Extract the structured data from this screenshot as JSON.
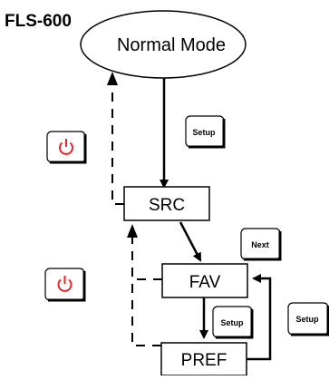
{
  "device_title": "FLS-600",
  "nodes": {
    "normal_mode": "Normal Mode",
    "src": "SRC",
    "fav": "FAV",
    "pref": "PREF"
  },
  "buttons": {
    "setup_main": "Setup",
    "next": "Next",
    "setup_fav_pref": "Setup",
    "setup_loop": "Setup"
  },
  "icons": {
    "power_upper": "power-icon",
    "power_lower": "power-icon"
  },
  "colors": {
    "power_red": "#e8262b",
    "line": "#000000"
  }
}
